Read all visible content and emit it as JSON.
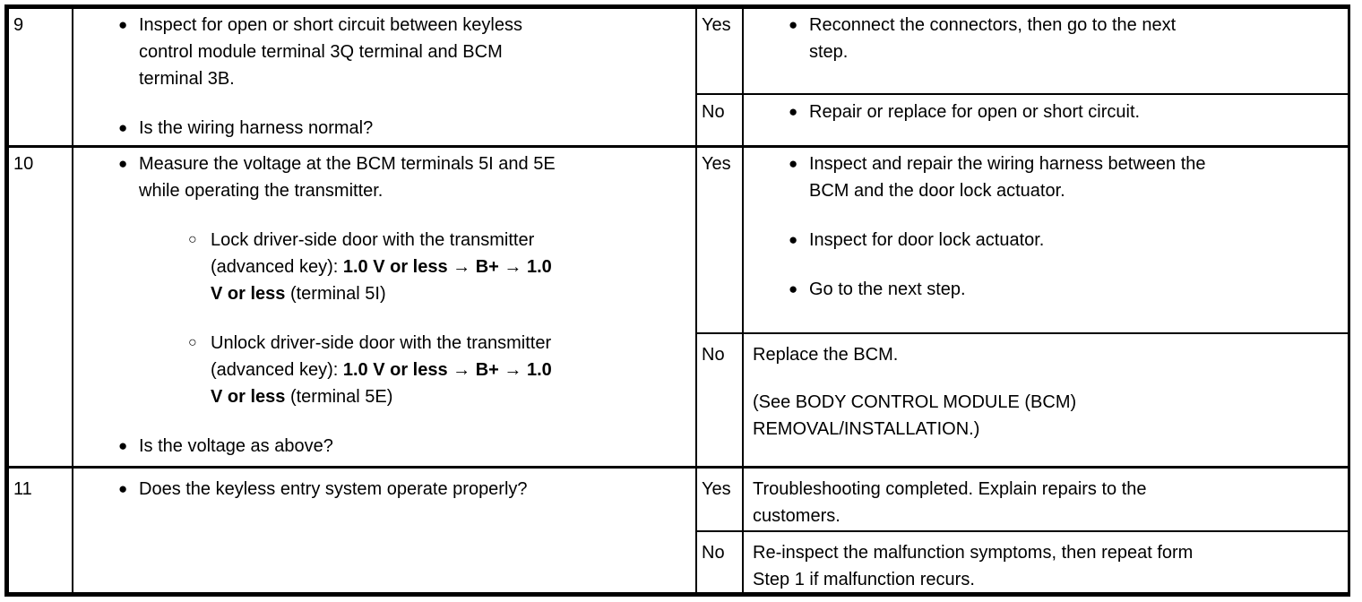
{
  "bullets": {
    "filled": "●",
    "open": "○"
  },
  "steps": [
    {
      "number": "9",
      "procedure": {
        "item1": "Inspect for open or short circuit between keyless\ncontrol module terminal 3Q terminal and BCM\nterminal 3B.",
        "item2": "Is the wiring harness normal?"
      },
      "yes": {
        "label": "Yes",
        "item1": "Reconnect the connectors, then go to the next\nstep."
      },
      "no": {
        "label": "No",
        "item1": "Repair or replace for open or short circuit."
      }
    },
    {
      "number": "10",
      "procedure": {
        "item1": "Measure the voltage at the BCM terminals 5I and 5E\nwhile operating the transmitter.",
        "sub1": {
          "t1": "Lock driver-side door with the transmitter\n(advanced key): ",
          "b1": "1.0 V or less",
          "t2": " → ",
          "b2": "B+",
          "t3": " → ",
          "b3": "1.0\nV or less",
          "t4": " (terminal 5I)"
        },
        "sub2": {
          "t1": "Unlock driver-side door with the transmitter\n(advanced key): ",
          "b1": "1.0 V or less",
          "t2": " → ",
          "b2": "B+",
          "t3": " → ",
          "b3": "1.0\nV or less",
          "t4": " (terminal 5E)"
        },
        "item2": "Is the voltage as above?"
      },
      "yes": {
        "label": "Yes",
        "item1": "Inspect and repair the wiring harness between the\nBCM and the door lock actuator.",
        "item2": "Inspect for door lock actuator.",
        "item3": "Go to the next step."
      },
      "no": {
        "label": "No",
        "para1": "Replace the BCM.",
        "para2": "(See BODY CONTROL MODULE (BCM)\nREMOVAL/INSTALLATION.)"
      }
    },
    {
      "number": "11",
      "procedure": {
        "item1": "Does the keyless entry system operate properly?"
      },
      "yes": {
        "label": "Yes",
        "para1": "Troubleshooting completed. Explain repairs to the\ncustomers."
      },
      "no": {
        "label": "No",
        "para1": "Re-inspect the malfunction symptoms, then repeat form\nStep 1 if malfunction recurs."
      }
    }
  ]
}
